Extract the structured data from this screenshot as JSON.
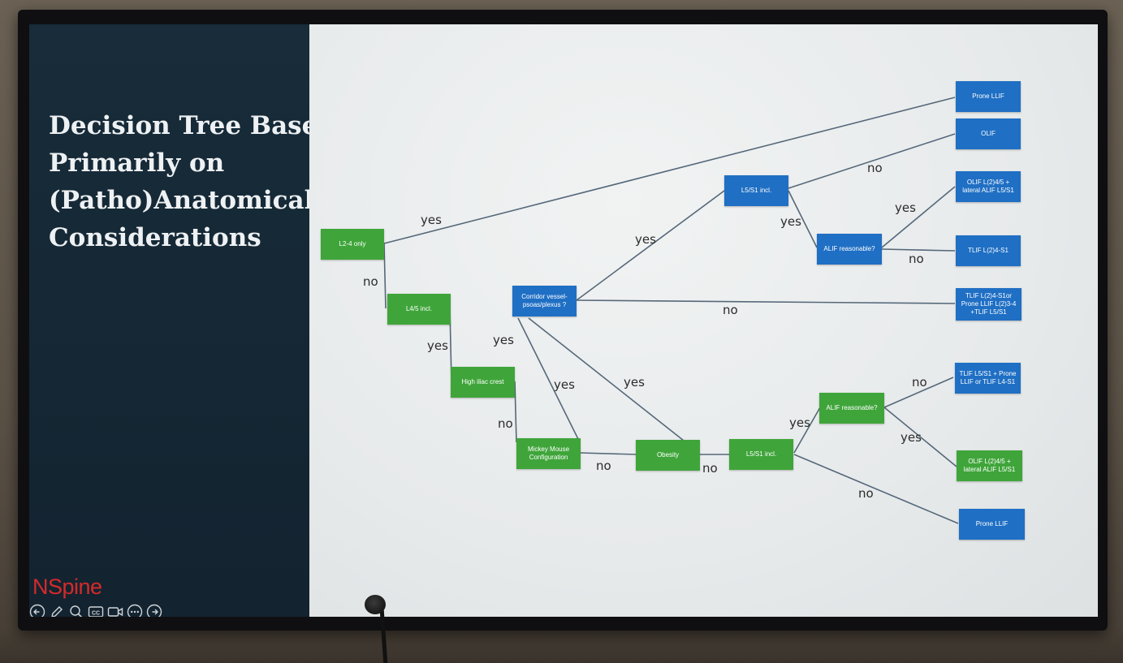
{
  "slide": {
    "title_lines": [
      "Decision Tree Based",
      "Primarily on",
      "(Patho)Anatomical",
      "Considerations"
    ],
    "brand": "NSpine"
  },
  "toolbar": {
    "icons": [
      "arrow-left-icon",
      "pen-icon",
      "zoom-icon",
      "captions-icon",
      "video-icon",
      "more-icon",
      "arrow-right-icon"
    ],
    "captions_text": "CC"
  },
  "colors": {
    "green_node": "#3fa53a",
    "blue_node": "#1f6fc4",
    "edge": "#55687a",
    "title": "#eef1f3",
    "brand": "#d52a2a"
  },
  "nodes": {
    "l2_4_only": "L2-4 only",
    "l4_5_incl": "L4/5 incl.",
    "high_iliac": "High iliac crest",
    "mickey": "Mickey Mouse Configuration",
    "obesity": "Obesity",
    "l5_s1_incl_low": "L5/S1 incl.",
    "alif_low": "ALIF reasonable?",
    "corridor": "Corridor vessel-psoas/plexus ?",
    "l5_s1_incl_top": "L5/S1 incl.",
    "alif_top": "ALIF reasonable?",
    "prone_llif_top": "Prone LLIF",
    "olif": "OLIF",
    "olif_l245_top": "OLIF L(2)4/5 + lateral ALIF L5/S1",
    "tlif_l2_4s1": "TLIF L(2)4-S1",
    "tlif_or_prone": "TLIF L(2)4-S1or Prone LLIF L(2)3-4 +TLIF L5/S1",
    "tlif_l5s1_prone": "TLIF L5/S1 + Prone LLIF or TLIF L4-S1",
    "olif_l245_low": "OLIF L(2)4/5 + lateral ALIF L5/S1",
    "prone_llif_low": "Prone LLIF"
  },
  "edge_labels": {
    "yes_l24": "yes",
    "no_l24": "no",
    "yes_l45": "yes",
    "yes_iliac": "yes",
    "no_iliac": "no",
    "yes_mickey_corridor": "yes",
    "yes_obesity_corridor": "yes",
    "no_mickey": "no",
    "no_obesity": "no",
    "yes_corridor_top": "yes",
    "no_corridor": "no",
    "no_l5s1_top": "no",
    "yes_l5s1_top": "yes",
    "yes_alif_top": "yes",
    "no_alif_top": "no",
    "yes_l5s1_low": "yes",
    "no_alif_low": "no",
    "yes_alif_low": "yes",
    "no_l5s1_low": "no"
  }
}
